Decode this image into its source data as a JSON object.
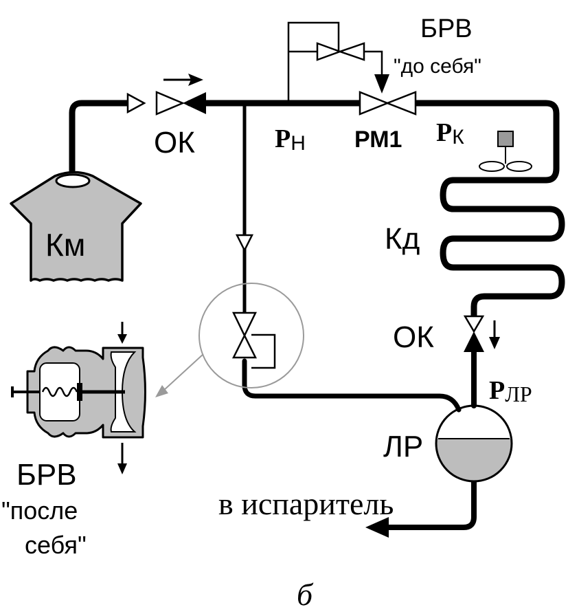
{
  "diagram": {
    "labels": {
      "brv_do_title": "БРВ",
      "brv_do_sub": "\"до себя\"",
      "ok_top": "ОК",
      "p_n_main": "P",
      "p_n_sub": "Н",
      "rm1": "РМ1",
      "p_k_main": "P",
      "p_k_sub": "К",
      "km": "Км",
      "kd": "Кд",
      "ok_right": "ОК",
      "p_lr_main": "P",
      "p_lr_sub": "ЛР",
      "lr": "ЛР",
      "to_evaporator": "в испаритель",
      "brv_posle_title": "БРВ",
      "brv_posle_sub1": "\"после",
      "brv_posle_sub2": "себя\"",
      "figure_letter": "б"
    },
    "colors": {
      "line": "#000000",
      "component_fill": "#c0c0c0",
      "liquid_fill": "#bdbdbd",
      "callout": "#9a9a9a"
    }
  }
}
